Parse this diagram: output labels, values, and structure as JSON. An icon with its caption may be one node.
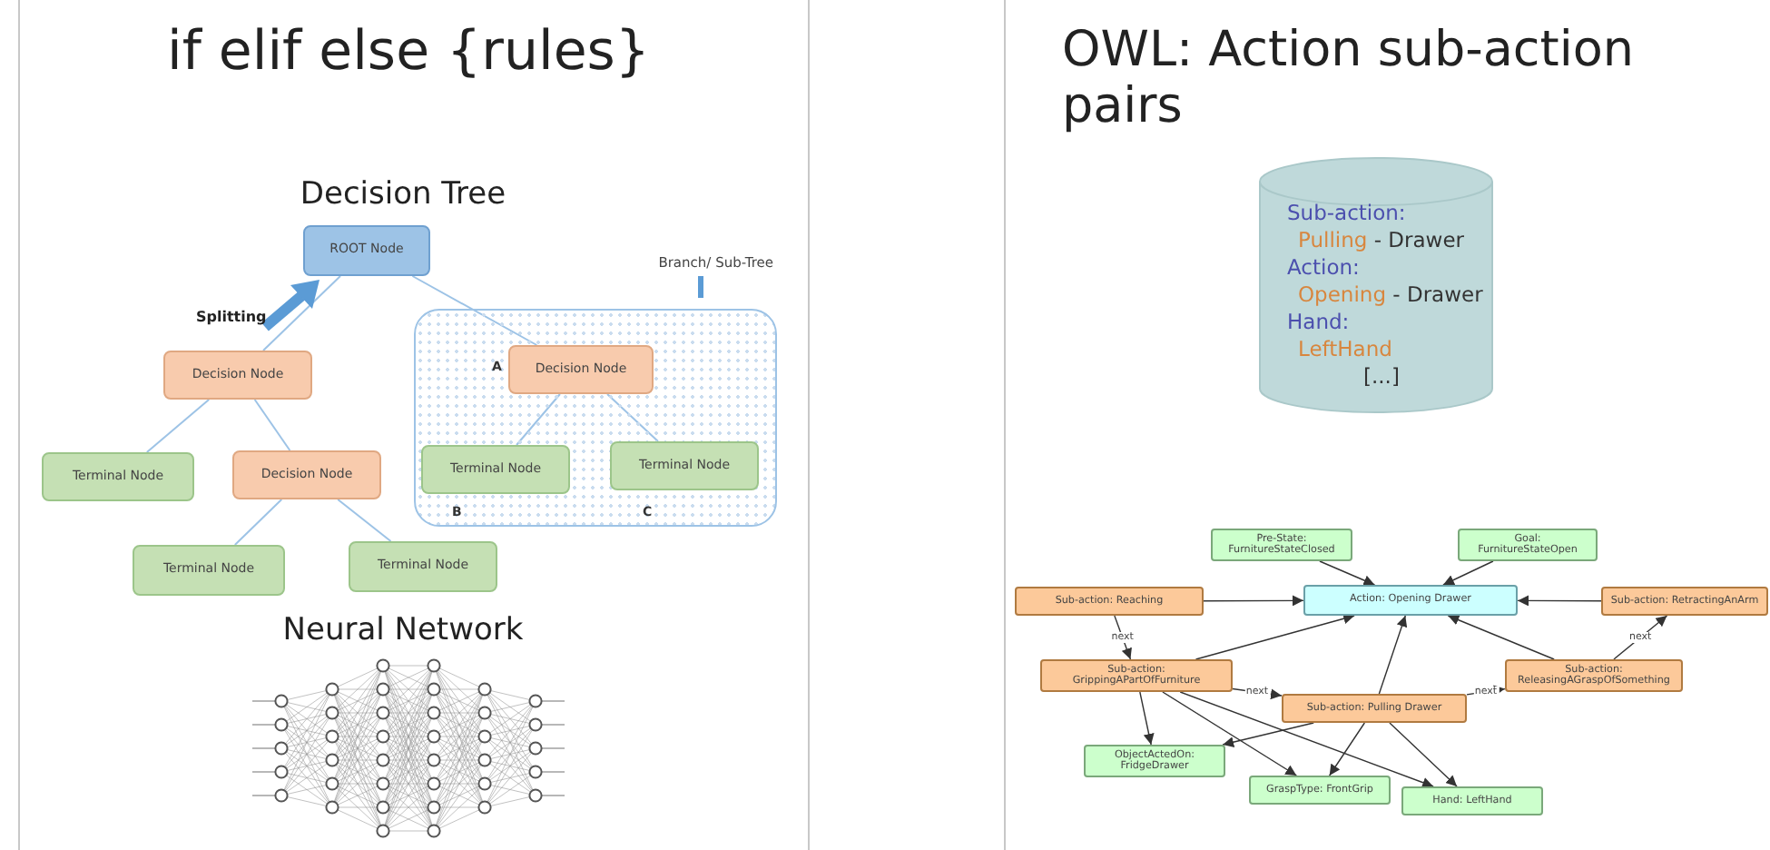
{
  "diagram": {
    "nodes": [
      {
        "text": [
          "ROOT Node"
        ]
      },
      {
        "text": [
          "Decision Node"
        ]
      },
      {
        "text": [
          "Branch/ Sub-Tree"
        ]
      },
      {
        "text": [
          "Decision Node"
        ],
        "in": 2,
        "beside": [
          "A"
        ]
      },
      {
        "text": [
          "Terminal Node"
        ]
      },
      {
        "text": [
          "Decision Node"
        ]
      },
      {
        "text": [
          "Terminal Node"
        ],
        "in": 2,
        "beside": [
          "B"
        ]
      },
      {
        "text": [
          "Terminal Node"
        ],
        "in": 2,
        "beside": [
          "C"
        ]
      },
      {
        "text": [
          "Terminal Node"
        ]
      },
      {
        "text": [
          "Terminal Node"
        ]
      },
      {
        "text": [
          "Sub-action:",
          "Pulling - Drawer",
          "Action:",
          "Opening - Drawer",
          "Hand:",
          "LeftHand",
          "[...]"
        ]
      },
      {
        "text": [
          "Pre-State: FurnitureStateClosed"
        ]
      },
      {
        "text": [
          "Goal: FurnitureStateOpen"
        ]
      },
      {
        "text": [
          "Sub-action: Reaching"
        ]
      },
      {
        "text": [
          "Action: Opening Drawer"
        ]
      },
      {
        "text": [
          "Sub-action: RetractingAnArm"
        ]
      },
      {
        "text": [
          "Sub-action: GrippingAPartOfFurniture"
        ]
      },
      {
        "text": [
          "Sub-action: ReleasingAGraspOfSomething"
        ]
      },
      {
        "text": [
          "Sub-action: Pulling Drawer"
        ]
      },
      {
        "text": [
          "ObjectActedOn: FridgeDrawer"
        ]
      },
      {
        "text": [
          "GraspType: FrontGrip"
        ]
      },
      {
        "text": [
          "Hand: LeftHand"
        ]
      }
    ],
    "edges": [
      {
        "from": 0,
        "to": 1,
        "arrow": "none",
        "color": "#9dc3e6"
      },
      {
        "from": 0,
        "to": 3,
        "arrow": "none",
        "color": "#9dc3e6"
      },
      {
        "from": 1,
        "to": 4,
        "arrow": "none",
        "color": "#9dc3e6"
      },
      {
        "from": 1,
        "to": 5,
        "arrow": "none",
        "color": "#9dc3e6"
      },
      {
        "from": 3,
        "to": 6,
        "arrow": "none",
        "color": "#9dc3e6"
      },
      {
        "from": 3,
        "to": 7,
        "arrow": "none",
        "color": "#9dc3e6"
      },
      {
        "from": 5,
        "to": 8,
        "arrow": "none",
        "color": "#9dc3e6"
      },
      {
        "from": 5,
        "to": 9,
        "arrow": "none",
        "color": "#9dc3e6"
      },
      {
        "from": 11,
        "to": 14,
        "arrow": "to"
      },
      {
        "from": 12,
        "to": 14,
        "arrow": "to"
      },
      {
        "from": 13,
        "to": 14,
        "arrow": "to"
      },
      {
        "from": 15,
        "to": 14,
        "arrow": "to"
      },
      {
        "from": 16,
        "to": 14,
        "arrow": "to"
      },
      {
        "from": 18,
        "to": 14,
        "arrow": "to"
      },
      {
        "from": 17,
        "to": 14,
        "arrow": "to"
      },
      {
        "from": 13,
        "to": 16,
        "arrow": "to",
        "label": "next"
      },
      {
        "from": 16,
        "to": 18,
        "arrow": "to",
        "label": "next"
      },
      {
        "from": 18,
        "to": 17,
        "arrow": "to",
        "label": "next"
      },
      {
        "from": 17,
        "to": 15,
        "arrow": "to",
        "label": "next"
      },
      {
        "from": 16,
        "to": 19,
        "arrow": "to"
      },
      {
        "from": 16,
        "to": 20,
        "arrow": "to"
      },
      {
        "from": 16,
        "to": 21,
        "arrow": "to"
      },
      {
        "from": 18,
        "to": 19,
        "arrow": "to"
      },
      {
        "from": 18,
        "to": 20,
        "arrow": "to"
      },
      {
        "from": 18,
        "to": 21,
        "arrow": "to"
      }
    ],
    "labels": [
      "if elif else {rules}",
      "Decision Tree",
      "Splitting",
      "Neural Network",
      "OWL: Action sub-action pairs"
    ]
  }
}
